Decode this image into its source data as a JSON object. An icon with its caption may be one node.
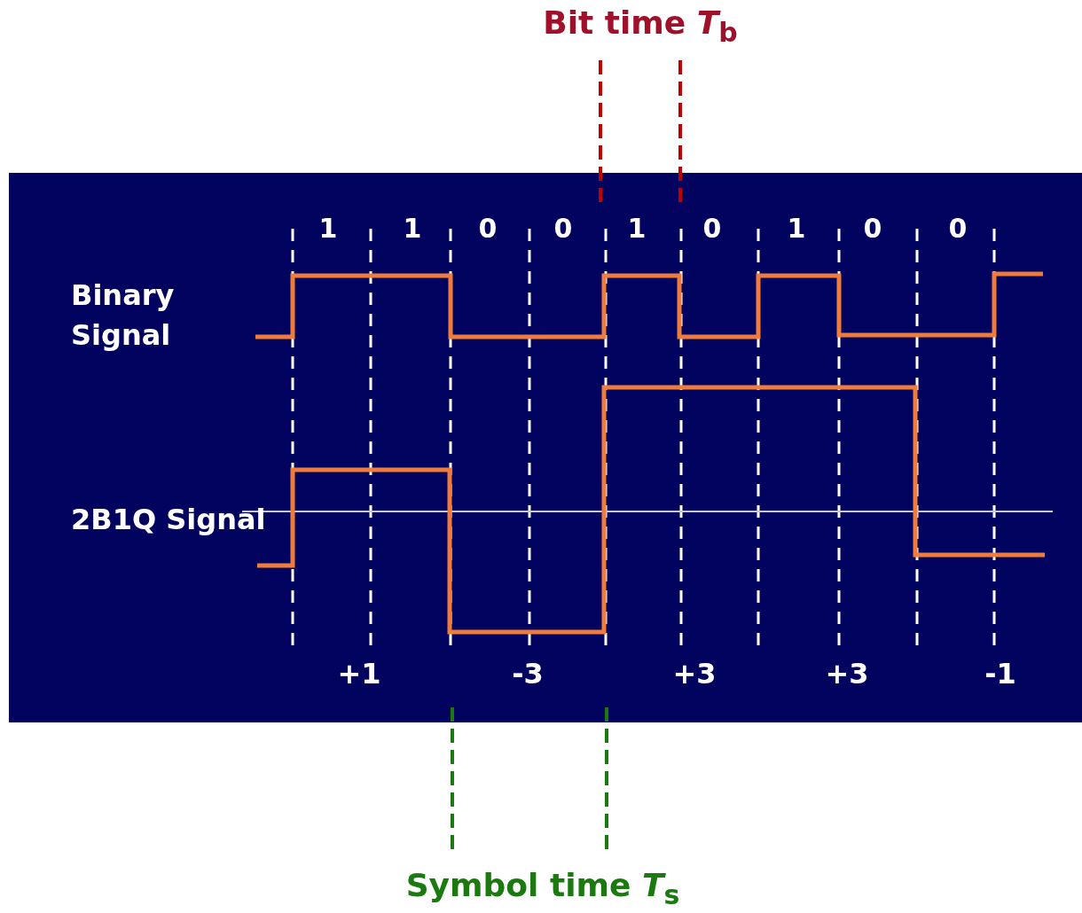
{
  "diagram": {
    "labels": [
      "Bit time *T*$_{b}$",
      "1",
      "1",
      "0",
      "0",
      "1",
      "0",
      "1",
      "0",
      "0",
      "Binary Signal",
      "2B1Q Signal",
      "+1",
      "-3",
      "+3",
      "+3",
      "-1",
      "Symbol time *T*$_{s}$"
    ]
  }
}
